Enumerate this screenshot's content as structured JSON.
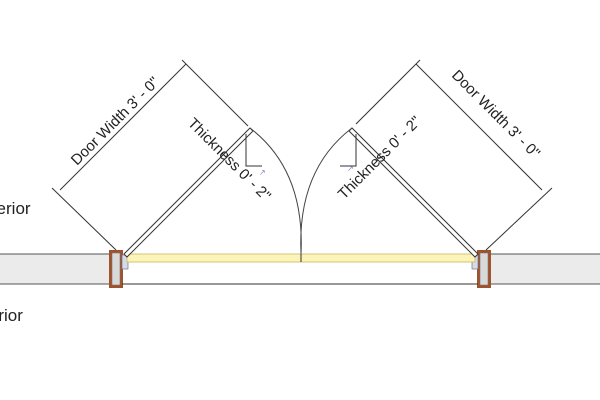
{
  "labels": {
    "exterior": "Exterior",
    "interior": "Interior",
    "door_width_left": "Door Width 3' - 0\"",
    "door_width_right": "Door Width 3' - 0\"",
    "thickness_left": "Thickness 0' - 2\"",
    "thickness_right": "Thickness 0' - 2\""
  },
  "colors": {
    "wall_fill": "#ebebeb",
    "wall_stroke": "#555555",
    "threshold_fill": "#fbf3b8",
    "threshold_stroke": "#c9b860",
    "jamb_fill": "#a0522d",
    "frame_fill": "#d6dbe6"
  }
}
